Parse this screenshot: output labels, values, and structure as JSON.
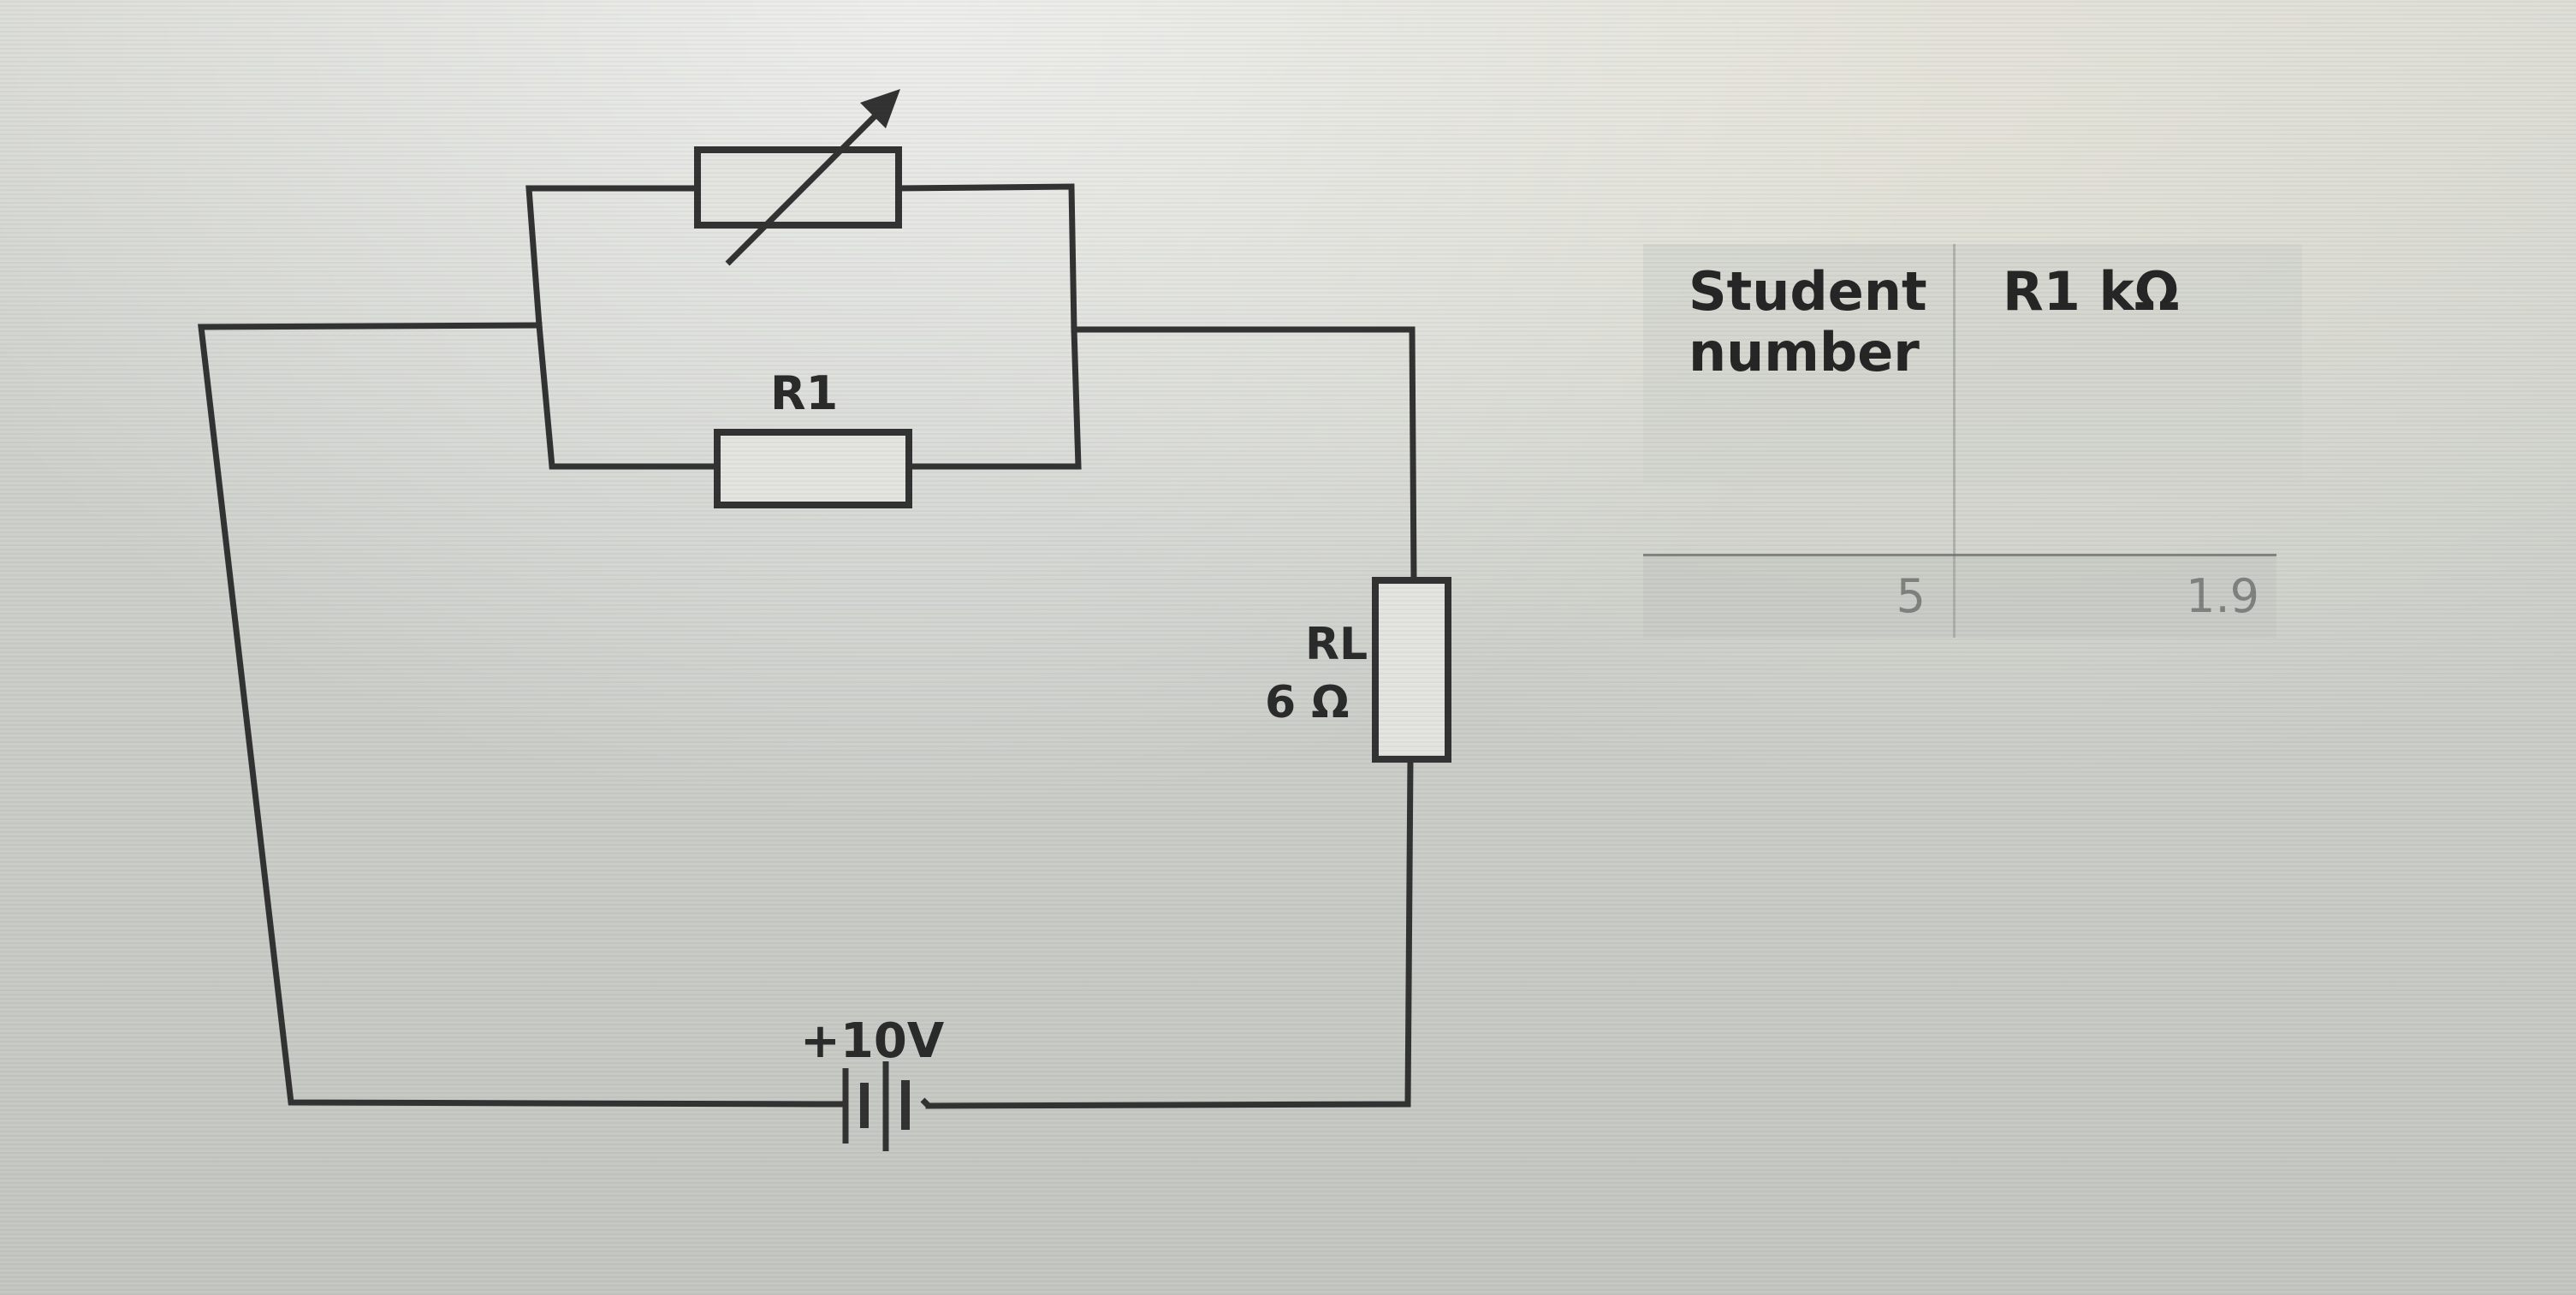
{
  "circuit": {
    "variable_resistor_label": "",
    "r1_label": "R1",
    "load_label_line1": "RL",
    "load_label_line2": "6 Ω",
    "battery_label": "+10V"
  },
  "table": {
    "headers": [
      {
        "line1": "Student",
        "line2": "number"
      },
      {
        "line1": "R1 kΩ",
        "line2": ""
      }
    ],
    "rows": [
      {
        "student_number": "5",
        "r1": "1.9"
      }
    ]
  }
}
